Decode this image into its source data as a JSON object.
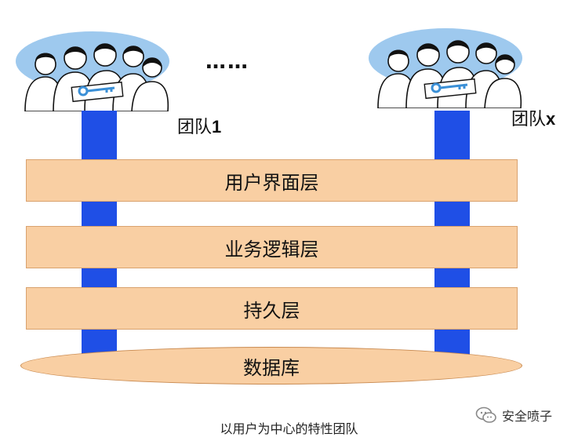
{
  "teams": [
    {
      "label_text": "团队",
      "label_suffix": "1"
    },
    {
      "label_text": "团队",
      "label_suffix": "x"
    }
  ],
  "ellipsis": "……",
  "layers": [
    {
      "label": "用户界面层"
    },
    {
      "label": "业务逻辑层"
    },
    {
      "label": "持久层"
    }
  ],
  "database": {
    "label": "数据库"
  },
  "caption": "以用户为中心的特性团队",
  "watermark": {
    "text": "安全喷子",
    "icon": "wechat-icon"
  },
  "colors": {
    "pillar": "#1f4fe6",
    "layer_fill": "#f9cfa3",
    "team_bubble": "#9ec9ee"
  }
}
